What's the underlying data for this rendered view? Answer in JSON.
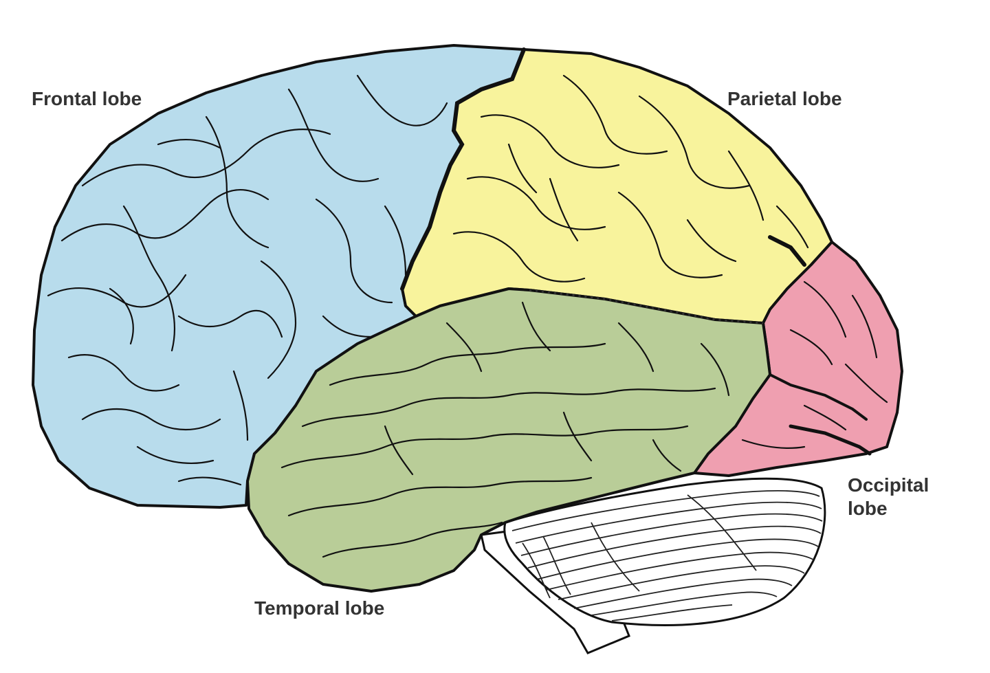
{
  "labels": {
    "frontal": "Frontal lobe",
    "parietal": "Parietal lobe",
    "occipital_line1": "Occipital",
    "occipital_line2": "lobe",
    "temporal": "Temporal lobe"
  },
  "colors": {
    "frontal": "#b8dcec",
    "parietal": "#f8f39c",
    "temporal": "#b9cd98",
    "occipital": "#ef9fb0",
    "cerebellum": "#ffffff",
    "outline": "#111111",
    "label_text": "#333333"
  }
}
